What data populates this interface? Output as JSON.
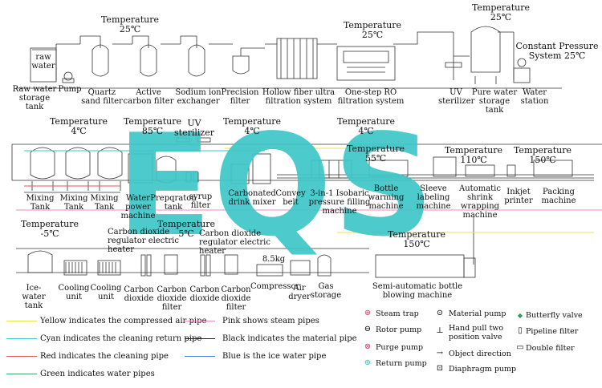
{
  "watermark": {
    "letters": [
      "E",
      "Q",
      "S"
    ],
    "color": "#3ec6c8"
  },
  "row1": {
    "temps": [
      "Temperature\n25℃",
      "Temperature\n25℃",
      "Temperature\n25℃",
      "Constant Pressure\nSystem 25℃"
    ],
    "inner_label": "raw\nwater",
    "labels": [
      "Raw water\nstorage tank",
      "Pump",
      "Quartz\nsand filter",
      "Active\ncarbon filter",
      "Sodium ion\nexchanger",
      "Precision\nfilter",
      "Hollow fiber ultra\nfiltration system",
      "One-step RO\nfiltration system",
      "UV\nsterilizer",
      "Pure water\nstorage tank",
      "Water\nstation"
    ]
  },
  "row2": {
    "temps": [
      "Temperature\n4℃",
      "Temperature\n85℃",
      "UV\nsterilizer",
      "Temperature\n4℃",
      "Temperature\n4℃",
      "Temperature\n55℃",
      "Temperature\n110℃",
      "Temperature\n150℃"
    ],
    "labels": [
      "Mixing\nTank",
      "Mixing\nTank",
      "Mixing\nTank",
      "Water\npower\nmachine",
      "Prepqraton\ntank",
      "syrup\nfilter",
      "Carbonated\ndrink mixer",
      "Convey\nbelt",
      "3-in-1 Isobaric\npressure filling\nmachine",
      "Bottle\nwarming\nmachine",
      "Sleeve\nlabeling\nmachine",
      "Automatic\nshrink\nwrapping\nmachine",
      "Inkjet\nprinter",
      "Packing\nmachine"
    ]
  },
  "row3": {
    "temps": [
      "Temperature\n-5℃",
      "Temperature\n5℃",
      "Temperature\n150℃"
    ],
    "heater_labels": [
      "Carbon dioxide\nregulator electric\nheater",
      "Carbon dioxide\nregulator electric\nheater"
    ],
    "compressor_spec": "8.5kg",
    "labels": [
      "Ice-water\ntank",
      "Cooling\nunit",
      "Cooling\nunit",
      "Carbon\ndioxide",
      "Carbon\ndioxide\nfilter",
      "Carbon\ndioxide",
      "Carbon\ndioxide\nfilter",
      "Compressor",
      "Air\ndryer",
      "Gas\nstorage",
      "Semi-automatic bottle\nblowing machine"
    ]
  },
  "legend": {
    "pipes": [
      {
        "text": "Yellow indicates the compressed air pipe",
        "color": "#e8e24a"
      },
      {
        "text": "Cyan indicates the cleaning return pipe",
        "color": "#3ec6c8"
      },
      {
        "text": "Red indicates the cleaning pipe",
        "color": "#e05a5a"
      },
      {
        "text": "Green indicates water pipes",
        "color": "#45a86a"
      },
      {
        "text": "Pink shows steam pipes",
        "color": "#e88fc0"
      },
      {
        "text": "Black indicates the material pipe",
        "color": "#222222"
      },
      {
        "text": "Blue is the ice water pipe",
        "color": "#4a7be0"
      }
    ],
    "symbols": [
      {
        "text": "Steam trap",
        "icon": "steam-trap-icon",
        "glyph": "⊛"
      },
      {
        "text": "Rotor pump",
        "icon": "rotor-pump-icon",
        "glyph": "⊖"
      },
      {
        "text": "Purge pump",
        "icon": "purge-pump-icon",
        "glyph": "⊗"
      },
      {
        "text": "Return pump",
        "icon": "return-pump-icon",
        "glyph": "⊕"
      },
      {
        "text": "Material pump",
        "icon": "material-pump-icon",
        "glyph": "⊙"
      },
      {
        "text": "Hand pull two\nposition valve",
        "icon": "hand-valve-icon",
        "glyph": "⊥"
      },
      {
        "text": "Object direction",
        "icon": "direction-arrow-icon",
        "glyph": "→"
      },
      {
        "text": "Diaphragm pump",
        "icon": "diaphragm-pump-icon",
        "glyph": "⊡"
      },
      {
        "text": "Butterfly valve",
        "icon": "butterfly-valve-icon",
        "glyph": "◆"
      },
      {
        "text": "Pipeline filter",
        "icon": "pipeline-filter-icon",
        "glyph": "▯"
      },
      {
        "text": "Double filter",
        "icon": "double-filter-icon",
        "glyph": "▭"
      }
    ]
  }
}
